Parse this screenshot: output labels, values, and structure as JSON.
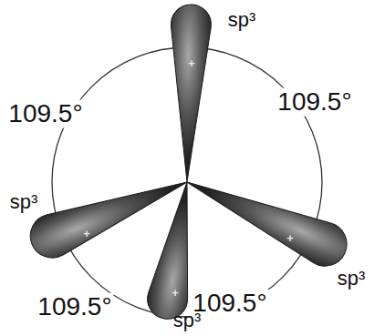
{
  "diagram": {
    "labels": [
      "sp³",
      "109.5°",
      "109.5°",
      "sp³",
      "sp³",
      "109.5°",
      "109.5°",
      "sp³",
      "+",
      "+",
      "+",
      "+"
    ]
  }
}
